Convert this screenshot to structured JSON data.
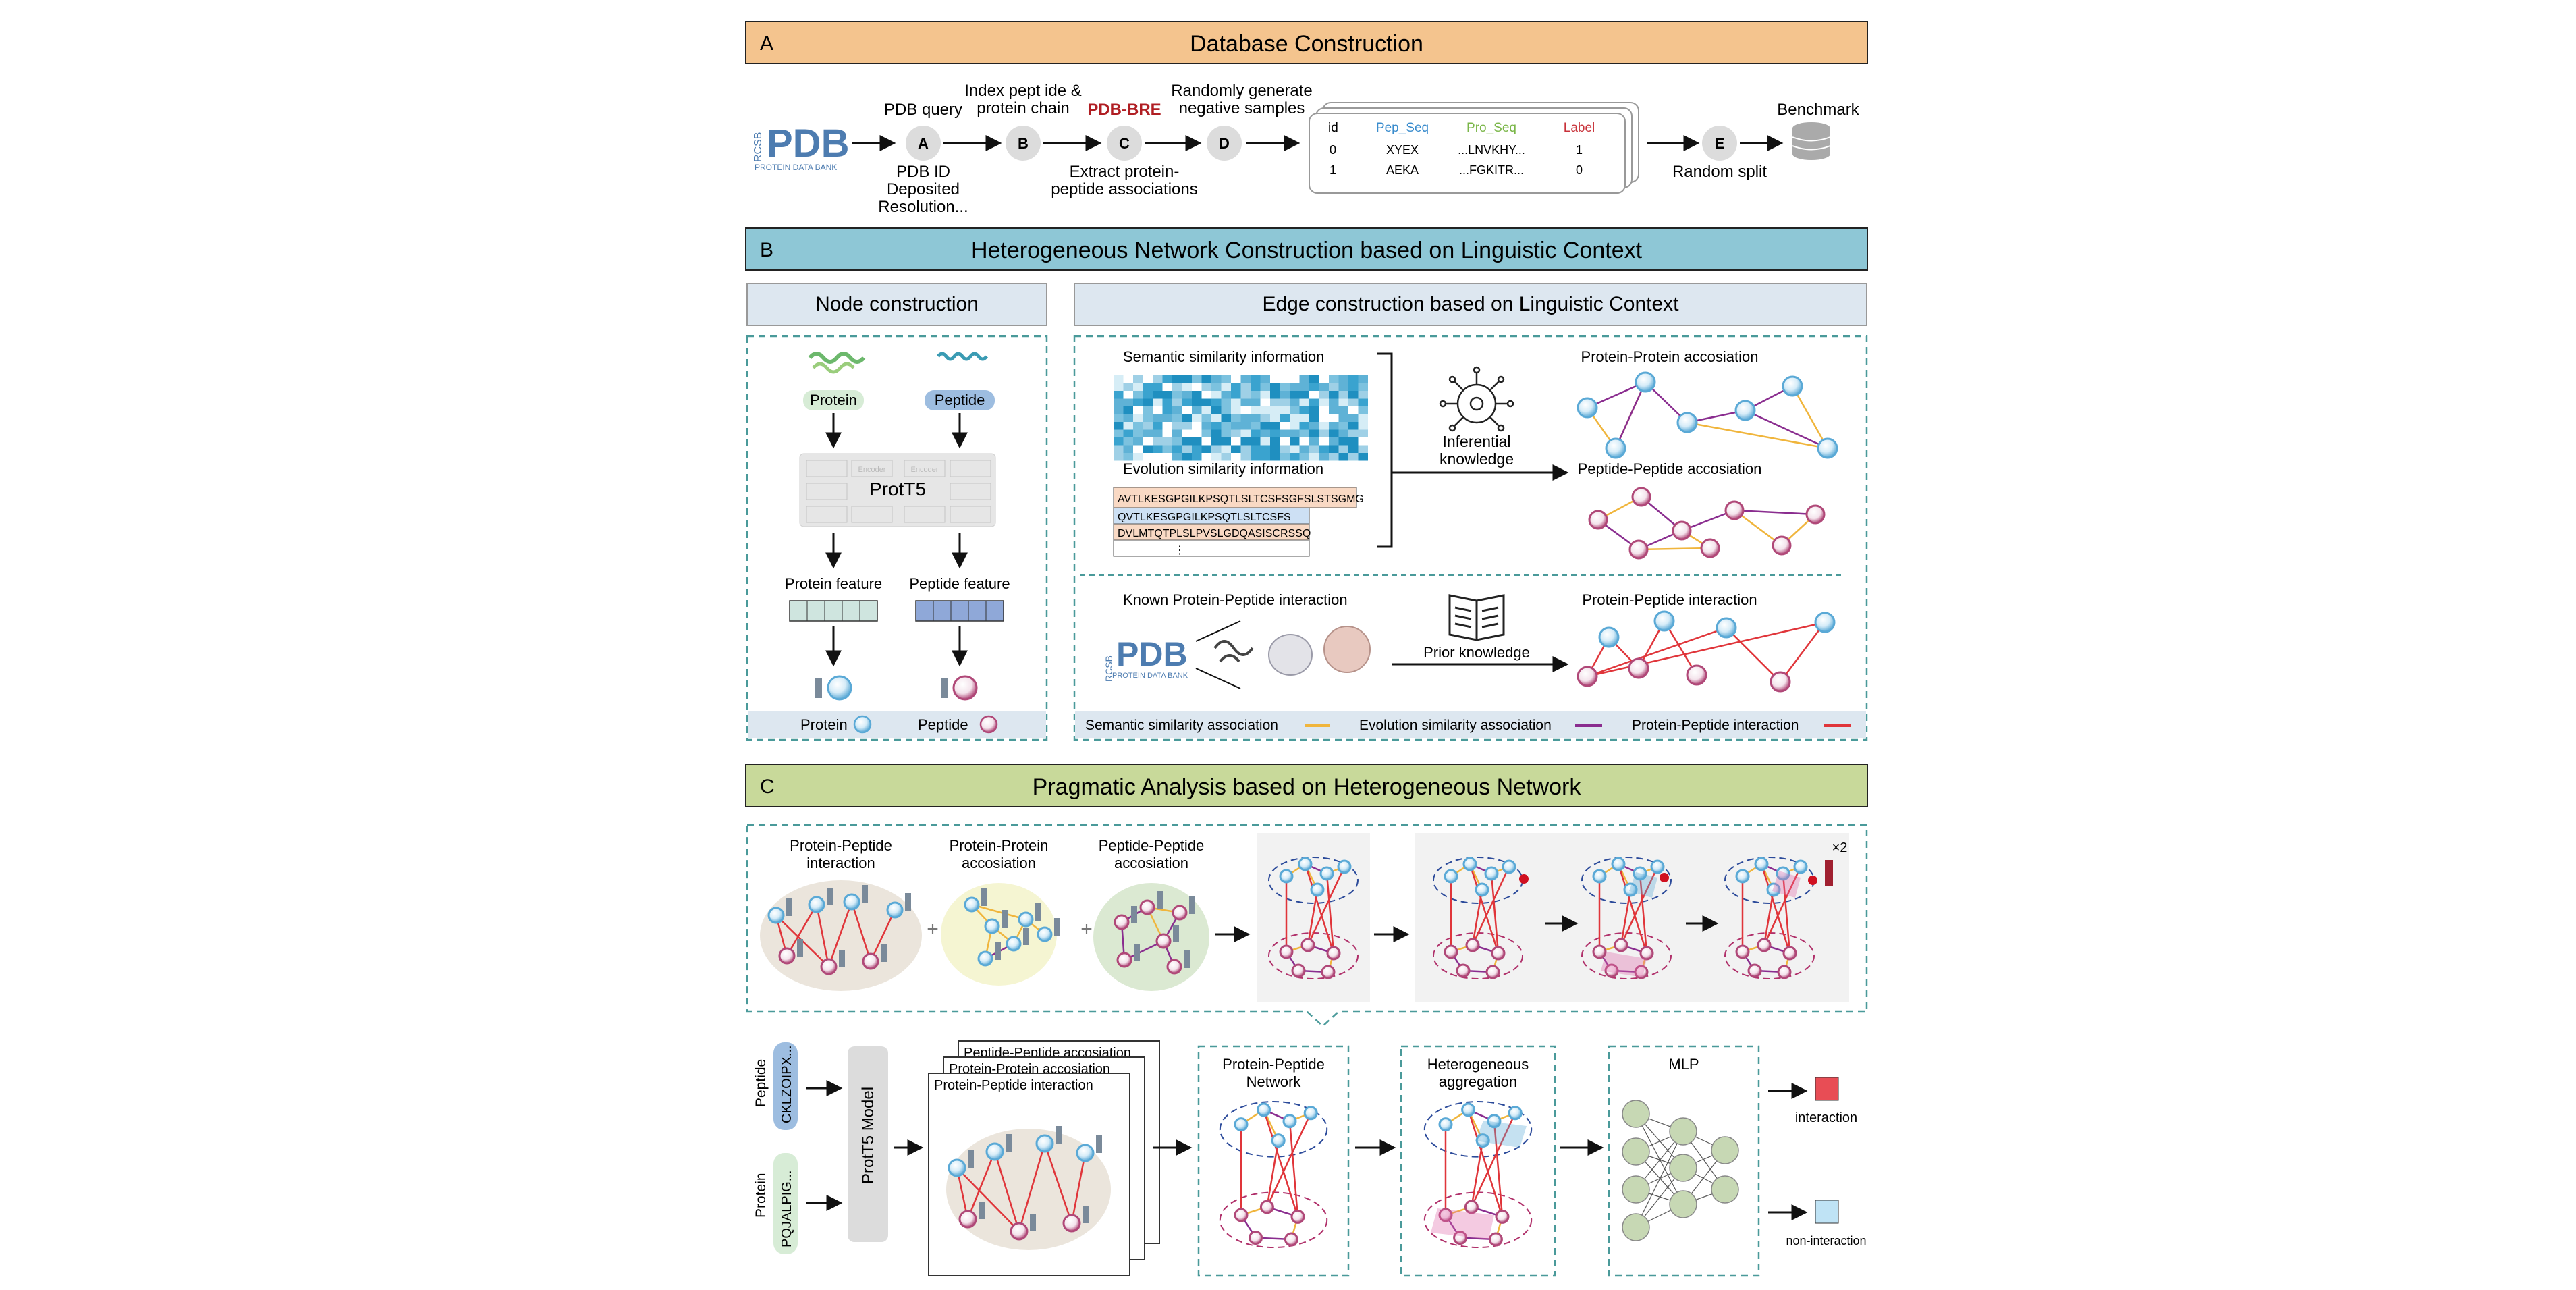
{
  "panelA": {
    "letter": "A",
    "title": "Database Construction",
    "pdb_logo": {
      "text": "PDB",
      "rcsb": "RCSB",
      "sub": "PROTEIN DATA BANK"
    },
    "steps": {
      "a": "A",
      "b": "B",
      "c": "C",
      "d": "D",
      "e": "E",
      "pdb_query": "PDB query",
      "index_line1": "Index pept ide &",
      "index_line2": "protein chain",
      "pdb_bre": "PDB-BRE",
      "random_line1": "Randomly generate",
      "random_line2": "negative samples",
      "pdbid_line1": "PDB ID",
      "pdbid_line2": "Deposited",
      "pdbid_line3": "Resolution...",
      "extract_line1": "Extract protein-",
      "extract_line2": "peptide associations",
      "random_split": "Random split",
      "benchmark": "Benchmark"
    },
    "table": {
      "headers": [
        "id",
        "Pep_Seq",
        "Pro_Seq",
        "Label"
      ],
      "rows": [
        [
          "0",
          "XYEX",
          "...LNVKHY...",
          "1"
        ],
        [
          "1",
          "AEKA",
          "...FGKITR...",
          "0"
        ]
      ]
    }
  },
  "panelB": {
    "letter": "B",
    "title": "Heterogeneous Network Construction based on Linguistic Context",
    "node_title": "Node construction",
    "edge_title": "Edge construction based on Linguistic Context",
    "protein": "Protein",
    "peptide": "Peptide",
    "prott5": "ProtT5",
    "encoder_text": "Encoder",
    "protein_feature": "Protein feature",
    "peptide_feature": "Peptide feature",
    "legend_protein": "Protein",
    "legend_peptide": "Peptide",
    "semantic_info": "Semantic similarity information",
    "evolution_info": "Evolution similarity information",
    "sequences": [
      "AVTLKESGPGILKPSQTLSLTCSFSGFSLSTSGMG",
      "QVTLKESGPGILKPSQTLSLTCSFS",
      "DVLMTQTPLSLPVSLGDQASISCRSSQ",
      "⋮"
    ],
    "inferential_line1": "Inferential",
    "inferential_line2": "knowledge",
    "ppa_protein_title": "Protein-Protein accosiation",
    "ppa_peptide_title": "Peptide-Peptide accosiation",
    "known_interaction": "Known Protein-Peptide interaction",
    "prior_knowledge": "Prior knowledge",
    "pp_interaction_title": "Protein-Peptide interaction",
    "legend_semantic": "Semantic similarity association",
    "legend_evolution": "Evolution similarity association",
    "legend_interaction": "Protein-Peptide interaction"
  },
  "panelC": {
    "letter": "C",
    "title": "Pragmatic Analysis based on Heterogeneous Network",
    "g1_line1": "Protein-Peptide",
    "g1_line2": "interaction",
    "g2_line1": "Protein-Protein",
    "g2_line2": "accosiation",
    "g3_line1": "Peptide-Peptide",
    "g3_line2": "accosiation",
    "plus": "+",
    "times2": "×2",
    "peptide_label": "Peptide",
    "peptide_seq": "CKLZOIPX...",
    "protein_label": "Protein",
    "protein_seq": "PQJALPIG...",
    "prott5_model": "ProtT5 Model",
    "stack_1": "Peptide-Peptide accosiation",
    "stack_2": "Protein-Protein accosiation",
    "stack_3": "Protein-Peptide interaction",
    "net_line1": "Protein-Peptide",
    "net_line2": "Network",
    "agg_line1": "Heterogeneous",
    "agg_line2": "aggregation",
    "mlp": "MLP",
    "interaction": "interaction",
    "non_interaction": "non-interaction"
  },
  "colors": {
    "panelA_header": "#f4c48e",
    "panelB_header": "#8ec7d6",
    "panelC_header": "#c8d99a",
    "sub_header": "#dde7f0",
    "dashed_teal": "#4a9a9a",
    "protein_node": "#5aa9d6",
    "peptide_node": "#b04878",
    "semantic_edge": "#f0b53c",
    "evolution_edge": "#8a2d8f",
    "interaction_edge": "#e0353a",
    "pdb_blue": "#4d7cb0",
    "pdb_bre_red": "#b01e23",
    "pep_seq_blue": "#3a8ccd",
    "pro_seq_green": "#7ab648",
    "label_red": "#c8323a",
    "interaction_box": "#e84d55",
    "non_interaction_box": "#bfe3f5"
  }
}
